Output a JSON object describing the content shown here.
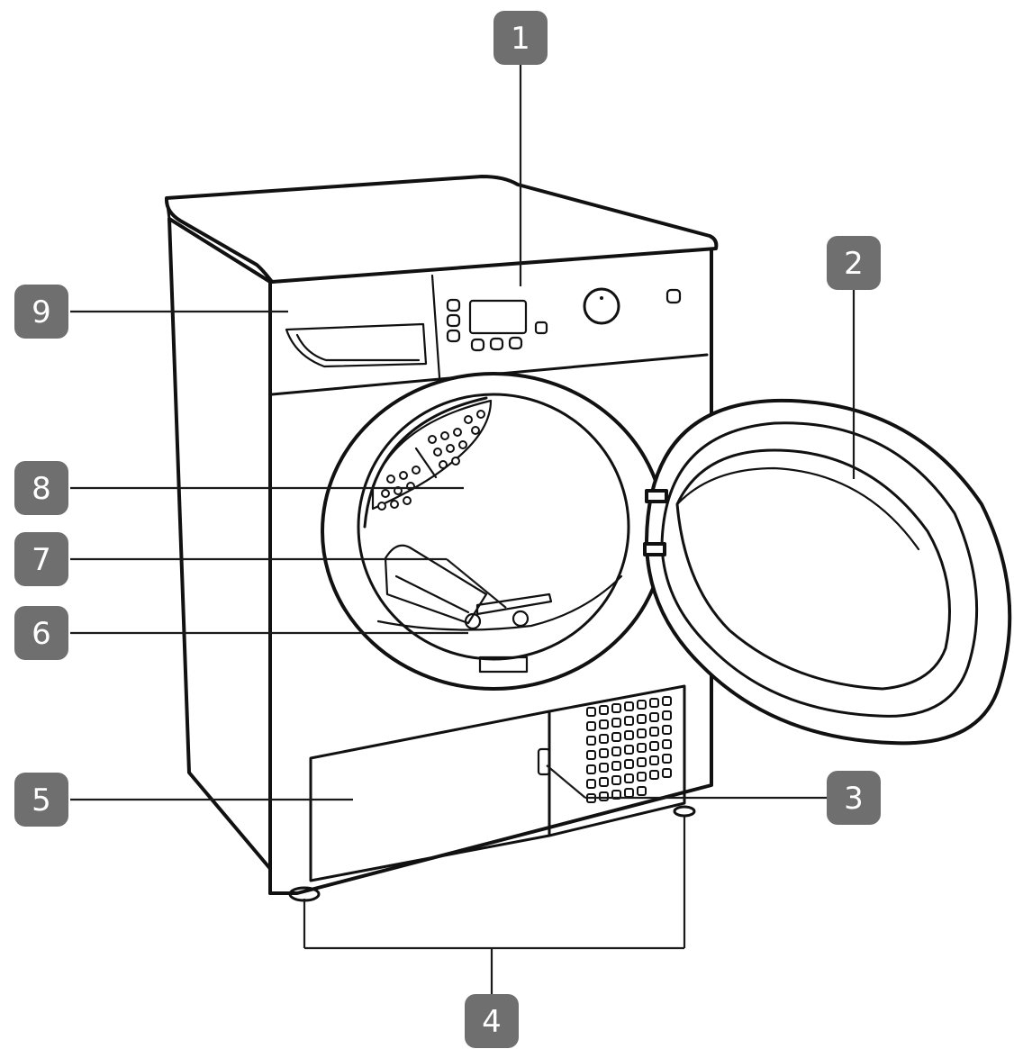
{
  "colors": {
    "badge": "#6f6f6f",
    "badge_text": "#ffffff",
    "outline": "#111111"
  },
  "callouts": [
    {
      "id": "control-panel",
      "label": "1"
    },
    {
      "id": "door",
      "label": "2"
    },
    {
      "id": "condenser-access-latch",
      "label": "3"
    },
    {
      "id": "adjustable-feet",
      "label": "4"
    },
    {
      "id": "condenser-cover",
      "label": "5"
    },
    {
      "id": "filter",
      "label": "6"
    },
    {
      "id": "filter-handle",
      "label": "7"
    },
    {
      "id": "drum",
      "label": "8"
    },
    {
      "id": "water-container",
      "label": "9"
    }
  ]
}
